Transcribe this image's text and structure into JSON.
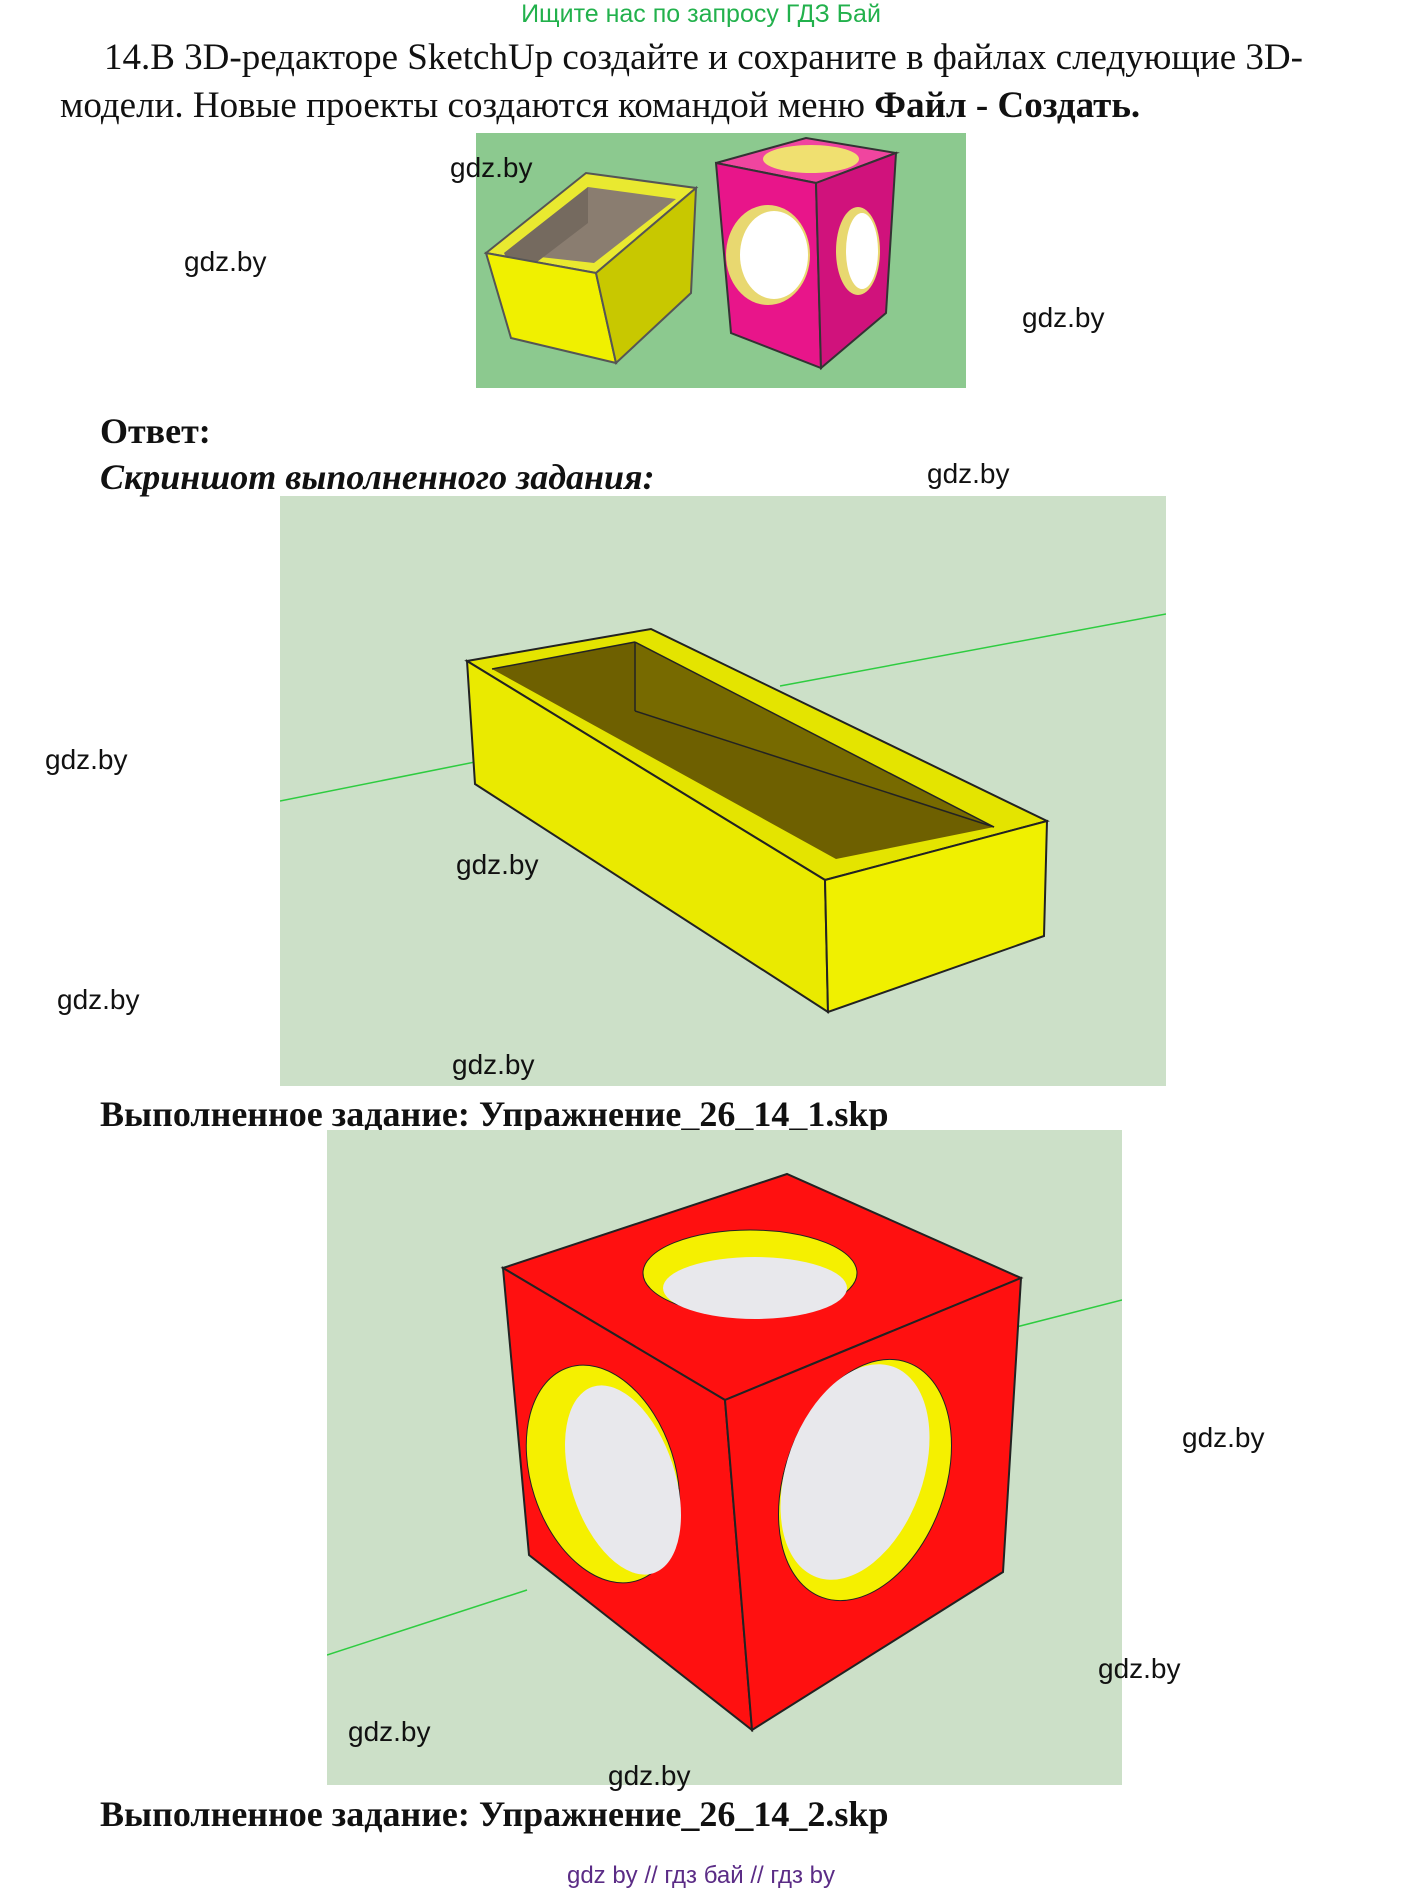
{
  "header": {
    "search_hint": "Ищите нас по запросу ГДЗ Бай"
  },
  "task": {
    "line1": "14.В 3D-редакторе SketchUp создайте и сохраните в файлах следующие 3D-",
    "line2_plain": "модели. Новые проекты создаются командой меню ",
    "line2_bold": "Файл - Создать."
  },
  "answer": {
    "label": "Ответ:",
    "screenshot_label": "Скриншот выполненного задания:"
  },
  "results": {
    "file1": "Выполненное задание: Упражнение_26_14_1.skp",
    "file2": "Выполненное задание: Упражнение_26_14_2.skp"
  },
  "watermark": "gdz.by",
  "footer": "gdz by  //  гдз бай  //  гдз by",
  "colors": {
    "link_green": "#22b14c",
    "footer_purple": "#5b2c86",
    "example_bg": "#8cc98f",
    "viewport_bg": "#cce0c8",
    "box_yellow": "#eaea00",
    "cube_pink": "#e8158a",
    "cube_red": "#ff1010"
  }
}
